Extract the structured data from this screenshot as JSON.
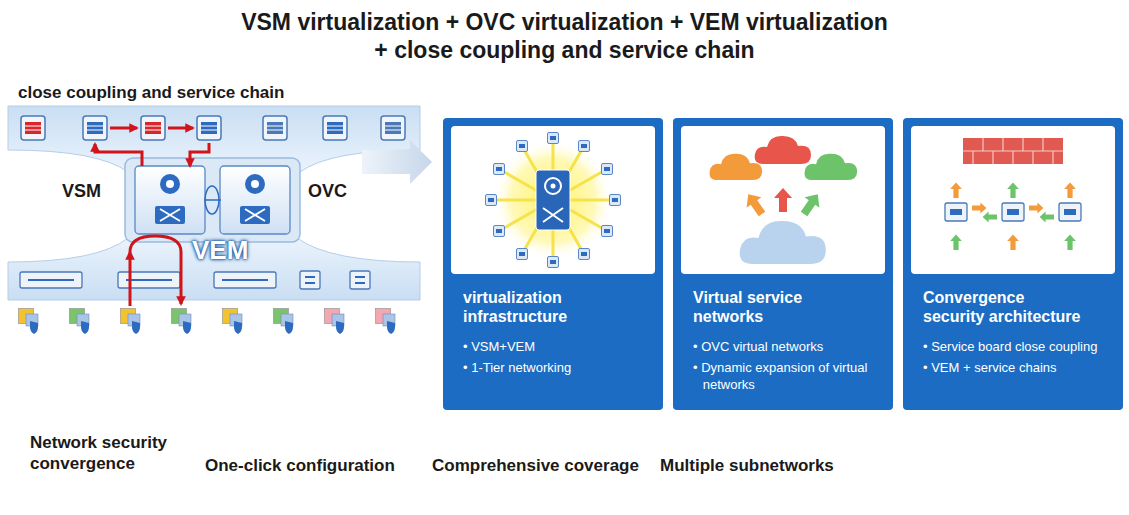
{
  "diagram": {
    "title": "VSM virtualization + OVC virtualization + VEM virtualization + close coupling and service chain",
    "nodes": [
      {
        "text": [
          "virtualization infrastructure",
          "• VSM+VEM",
          "• 1-Tier networking"
        ]
      },
      {
        "text": [
          "Virtual service networks",
          "• OVC virtual networks",
          "• Dynamic expansion of virtual networks"
        ]
      },
      {
        "text": [
          "Convergence security architecture",
          "• Service board close coupling",
          "• VEM + service chains"
        ]
      }
    ],
    "labels": [
      "close coupling and service chain",
      "VSM",
      "OVC",
      "VEM",
      "Network security convergence",
      "One-click configuration",
      "Comprehensive coverage",
      "Multiple subnetworks"
    ]
  }
}
